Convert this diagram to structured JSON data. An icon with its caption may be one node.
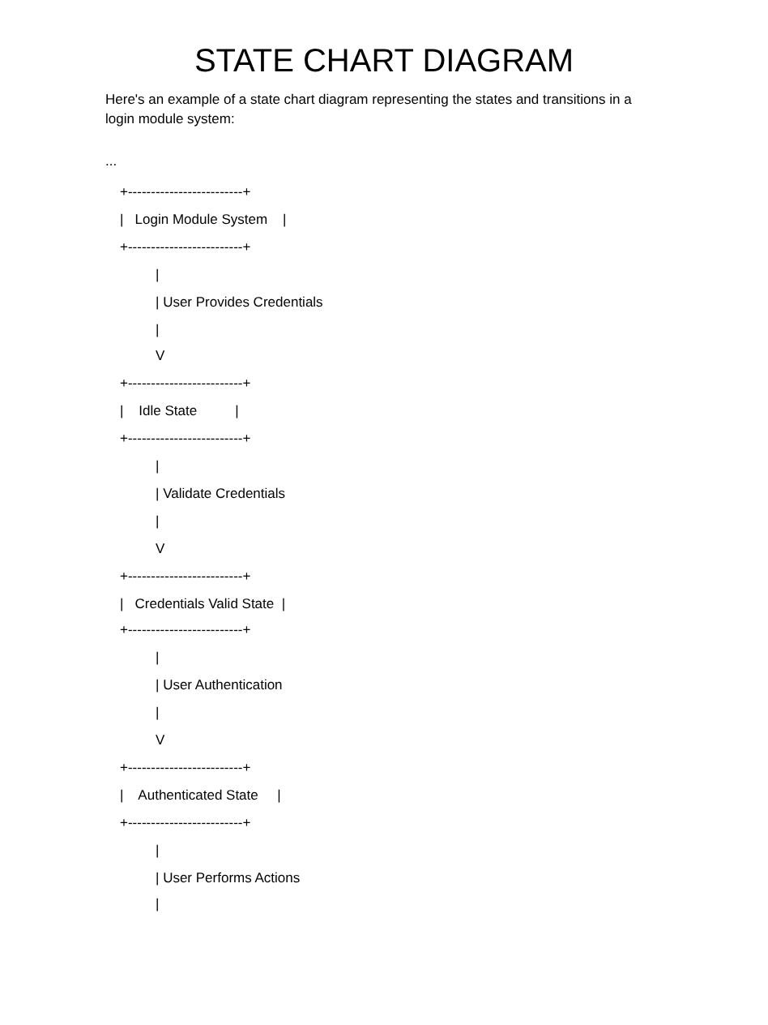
{
  "diagram": {
    "title": "STATE CHART DIAGRAM",
    "labels": [
      "Here's an example of a state chart diagram representing the states and transitions in a login module system:",
      "...",
      "+-------------------------+",
      "|   Login Module System    |",
      "+-------------------------+",
      "|",
      "| User Provides Credentials",
      "|",
      "V",
      "+-------------------------+",
      "|    Idle State          |",
      "+-------------------------+",
      "|",
      "| Validate Credentials",
      "|",
      "V",
      "+-------------------------+",
      "|   Credentials Valid State  |",
      "+-------------------------+",
      "|",
      "| User Authentication",
      "|",
      "V",
      "+-------------------------+",
      "|    Authenticated State     |",
      "+-------------------------+",
      "|",
      "| User Performs Actions",
      "|"
    ]
  }
}
